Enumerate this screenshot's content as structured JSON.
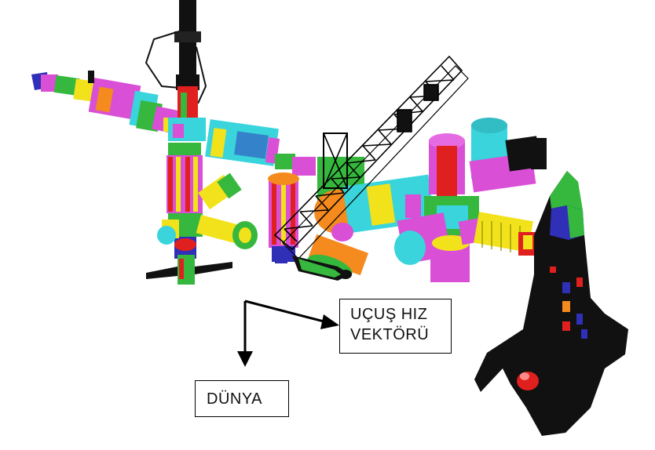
{
  "labels": {
    "velocity_line1": "UÇUŞ HIZ",
    "velocity_line2": "VEKTÖRÜ",
    "earth": "DÜNYA"
  },
  "colors": {
    "magenta": "#d94fd6",
    "yellow": "#f2e21b",
    "green": "#35b83d",
    "cyan": "#39d4dc",
    "red": "#e0201e",
    "orange": "#f58a1f",
    "blue": "#2f2fb8",
    "black": "#000000"
  }
}
